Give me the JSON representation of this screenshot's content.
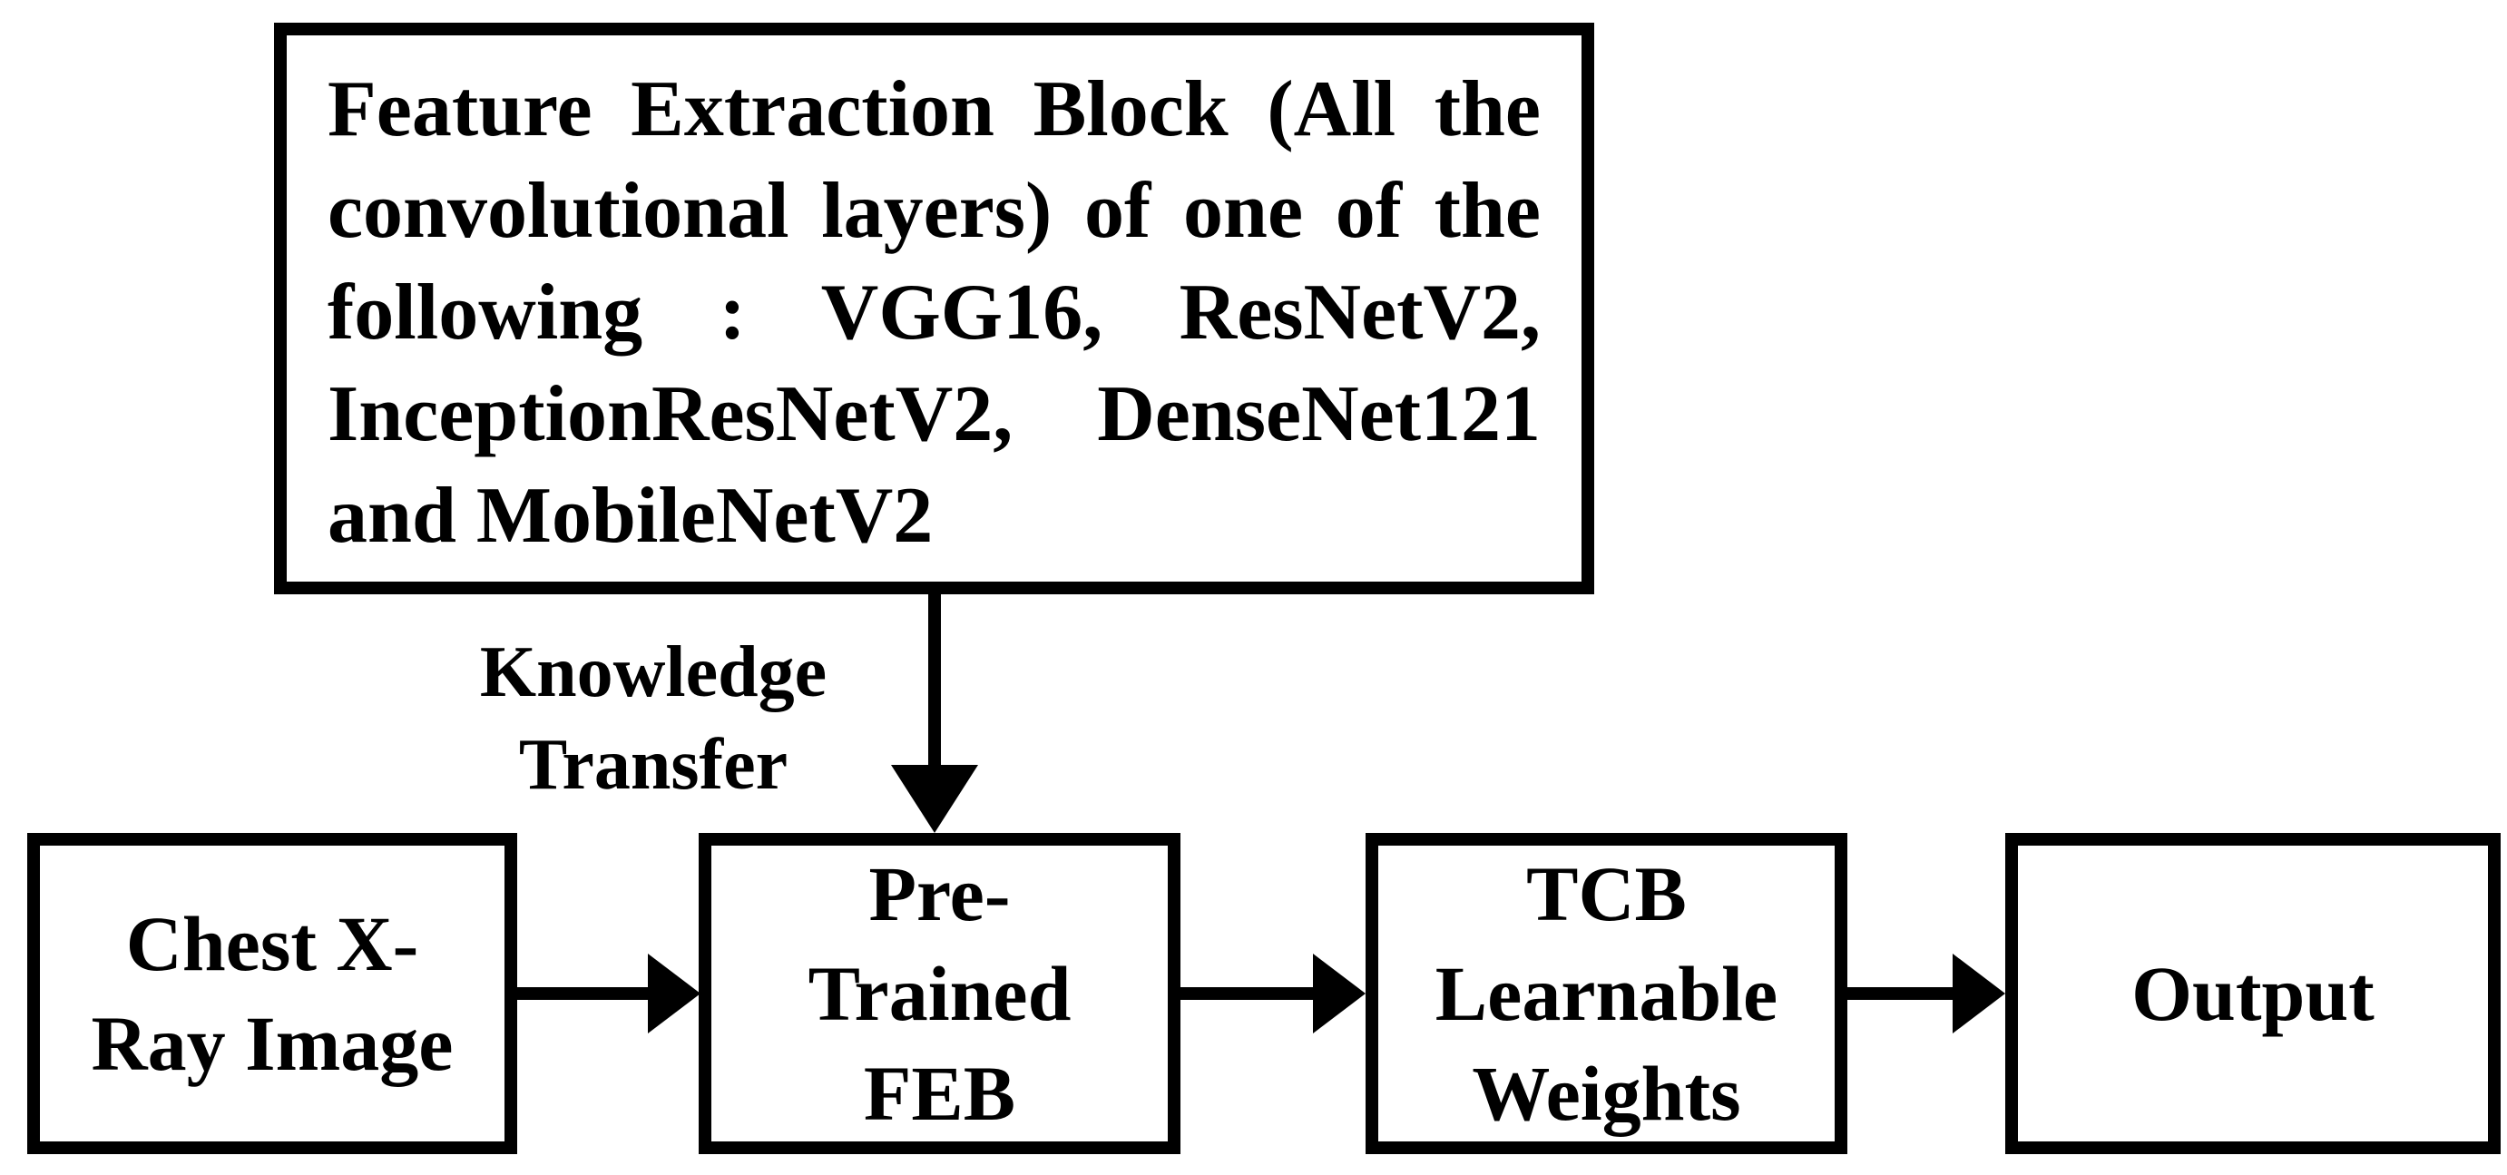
{
  "feature_box": {
    "lines": [
      "Feature Extraction Block (All the",
      "convolutional layers) of one of the",
      "following : VGG16, ResNetV2,",
      "InceptionResNetV2, DenseNet121",
      "and MobileNetV2"
    ]
  },
  "knowledge_label": {
    "lines": [
      "Knowledge",
      "Transfer"
    ]
  },
  "flow_boxes": [
    {
      "id": "chest-xray-image",
      "lines": [
        "Chest X-",
        "Ray Image"
      ]
    },
    {
      "id": "pre-trained-feb",
      "lines": [
        "Pre-",
        "Trained",
        "FEB"
      ]
    },
    {
      "id": "tcb-learnable-weights",
      "lines": [
        "TCB",
        "Learnable",
        "Weights"
      ]
    },
    {
      "id": "output",
      "lines": [
        "Output"
      ]
    }
  ],
  "colors": {
    "stroke": "#000000",
    "background": "#ffffff"
  }
}
